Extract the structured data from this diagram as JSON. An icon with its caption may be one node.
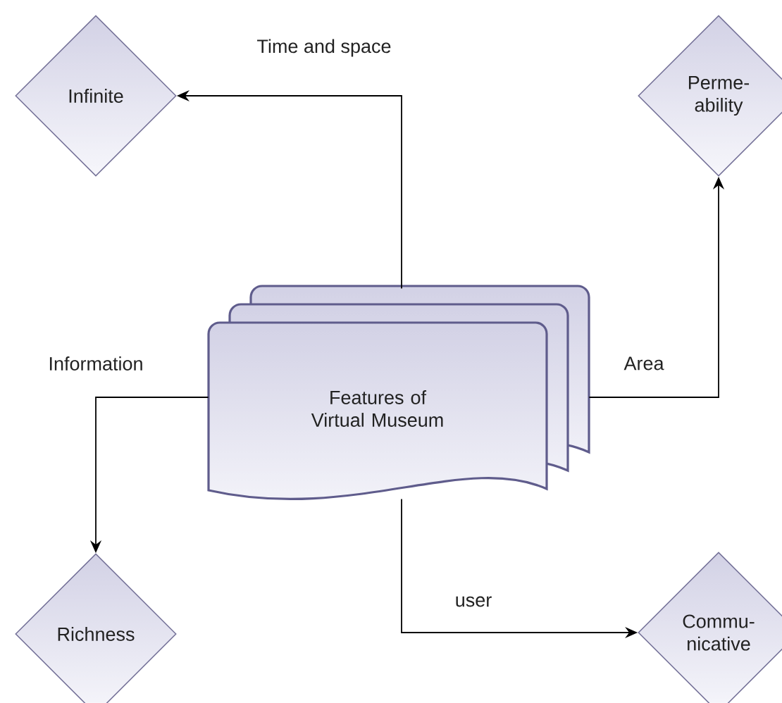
{
  "diagram": {
    "nodes": [
      {
        "text": [
          "Features of Virtual Museum"
        ]
      },
      {
        "text": [
          "Infinite"
        ]
      },
      {
        "text": [
          "Perme- ability"
        ]
      },
      {
        "text": [
          "Richness"
        ]
      },
      {
        "text": [
          "Commu- nicative"
        ]
      }
    ],
    "edges": [
      {
        "from": 0,
        "to": 1,
        "arrow": "to",
        "label": "Time and space"
      },
      {
        "from": 0,
        "to": 2,
        "arrow": "to",
        "label": "Area"
      },
      {
        "from": 0,
        "to": 3,
        "arrow": "to",
        "label": "Information"
      },
      {
        "from": 0,
        "to": 4,
        "arrow": "to",
        "label": "user"
      }
    ]
  }
}
